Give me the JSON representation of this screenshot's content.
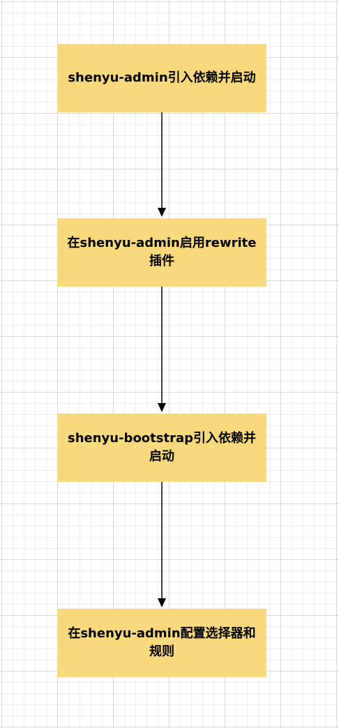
{
  "flowchart": {
    "nodes": [
      {
        "id": "node-1",
        "label": "shenyu-admin引入依赖并启动"
      },
      {
        "id": "node-2",
        "label": "在shenyu-admin启用rewrite插件"
      },
      {
        "id": "node-3",
        "label": "shenyu-bootstrap引入依赖并启动"
      },
      {
        "id": "node-4",
        "label": "在shenyu-admin配置选择器和规则"
      }
    ],
    "edges": [
      {
        "from": "node-1",
        "to": "node-2"
      },
      {
        "from": "node-2",
        "to": "node-3"
      },
      {
        "from": "node-3",
        "to": "node-4"
      }
    ],
    "colors": {
      "node_fill": "#f9d97d",
      "edge": "#000000",
      "text": "#000000"
    }
  }
}
